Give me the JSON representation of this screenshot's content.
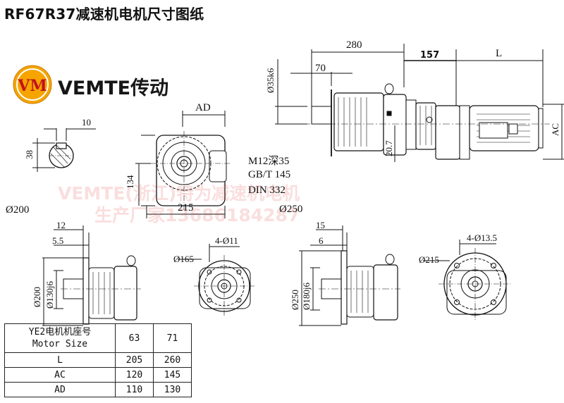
{
  "title": "RF67R37减速机电机尺寸图纸",
  "brand": {
    "logo_icon": "vemte-logo-icon",
    "logo_color": "#f5a400",
    "logo_text": "VM",
    "name": "VEMTE传动"
  },
  "watermark": {
    "line1": "VEMTE(浙江)特为减速机电机",
    "line2": "生产厂家13686184287"
  },
  "dimensions": {
    "shaft_key_width": "10",
    "shaft_key_height": "38",
    "ad": "AD",
    "height_134": "134",
    "width_215": "215",
    "flange_200": "Ø200",
    "flange_250": "Ø250",
    "thread_1": "M12深35",
    "thread_2": "GB/T 145",
    "thread_3": "DIN 332",
    "shaft_dia": "Ø35k6",
    "len_280": "280",
    "len_70": "70",
    "len_157": "157",
    "len_L": "L",
    "ac": "AC",
    "len_20_7": "20.7",
    "a_12": "12",
    "a_5_5": "5.5",
    "a_200": "Ø200",
    "a_130": "Ø130j6",
    "a_165": "Ø165",
    "a_holes": "4-Ø11",
    "b_15": "15",
    "b_6": "6",
    "b_250": "Ø250",
    "b_180": "Ø180j6",
    "b_215": "Ø215",
    "b_holes": "4-Ø13.5"
  },
  "table": {
    "header_line1": "YE2电机机座号",
    "header_line2": "Motor Size",
    "columns": [
      "63",
      "71"
    ],
    "rows": [
      {
        "label": "L",
        "values": [
          "205",
          "260"
        ]
      },
      {
        "label": "AC",
        "values": [
          "120",
          "145"
        ]
      },
      {
        "label": "AD",
        "values": [
          "110",
          "130"
        ]
      }
    ]
  }
}
